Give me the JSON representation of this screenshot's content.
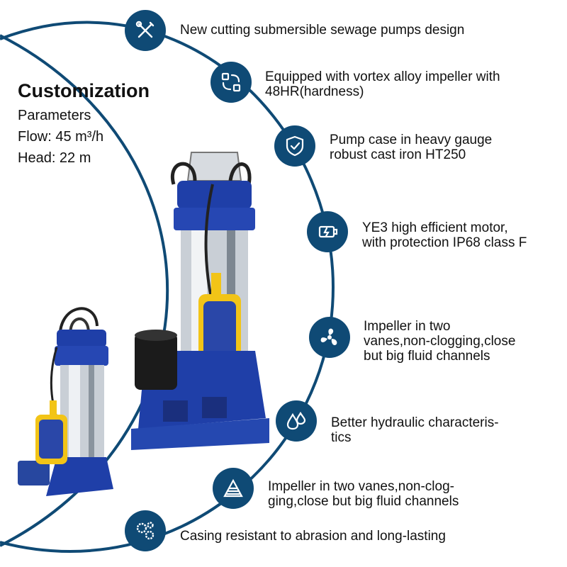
{
  "spec": {
    "title": "Customization",
    "lines": [
      "Parameters",
      "Flow: 45 m³/h",
      "Head: 22 m"
    ]
  },
  "features": [
    {
      "icon": "tools-icon",
      "lines": [
        "New cutting submersible sewage pumps design"
      ]
    },
    {
      "icon": "cycle-icon",
      "lines": [
        "Equipped with vortex alloy impeller with",
        "48HR(hardness)"
      ]
    },
    {
      "icon": "shield-check-icon",
      "lines": [
        "Pump case in heavy gauge",
        "robust cast iron HT250"
      ]
    },
    {
      "icon": "motor-icon",
      "lines": [
        "YE3 high efficient motor,",
        "with protection IP68 class F"
      ]
    },
    {
      "icon": "fan-icon",
      "lines": [
        "Impeller in two",
        "vanes,non-clogging,close",
        "but big fluid channels"
      ]
    },
    {
      "icon": "water-drops-icon",
      "lines": [
        "Better hydraulic characteris-",
        "tics"
      ]
    },
    {
      "icon": "layers-icon",
      "lines": [
        "Impeller in two vanes,non-clog-",
        "ging,close but big fluid channels"
      ]
    },
    {
      "icon": "gears-icon",
      "lines": [
        "Casing resistant to abrasion and long-lasting"
      ]
    }
  ],
  "colors": {
    "accent": "#0f4a75",
    "pump_blue": "#1f3fa8",
    "float_yellow": "#f2c417"
  }
}
